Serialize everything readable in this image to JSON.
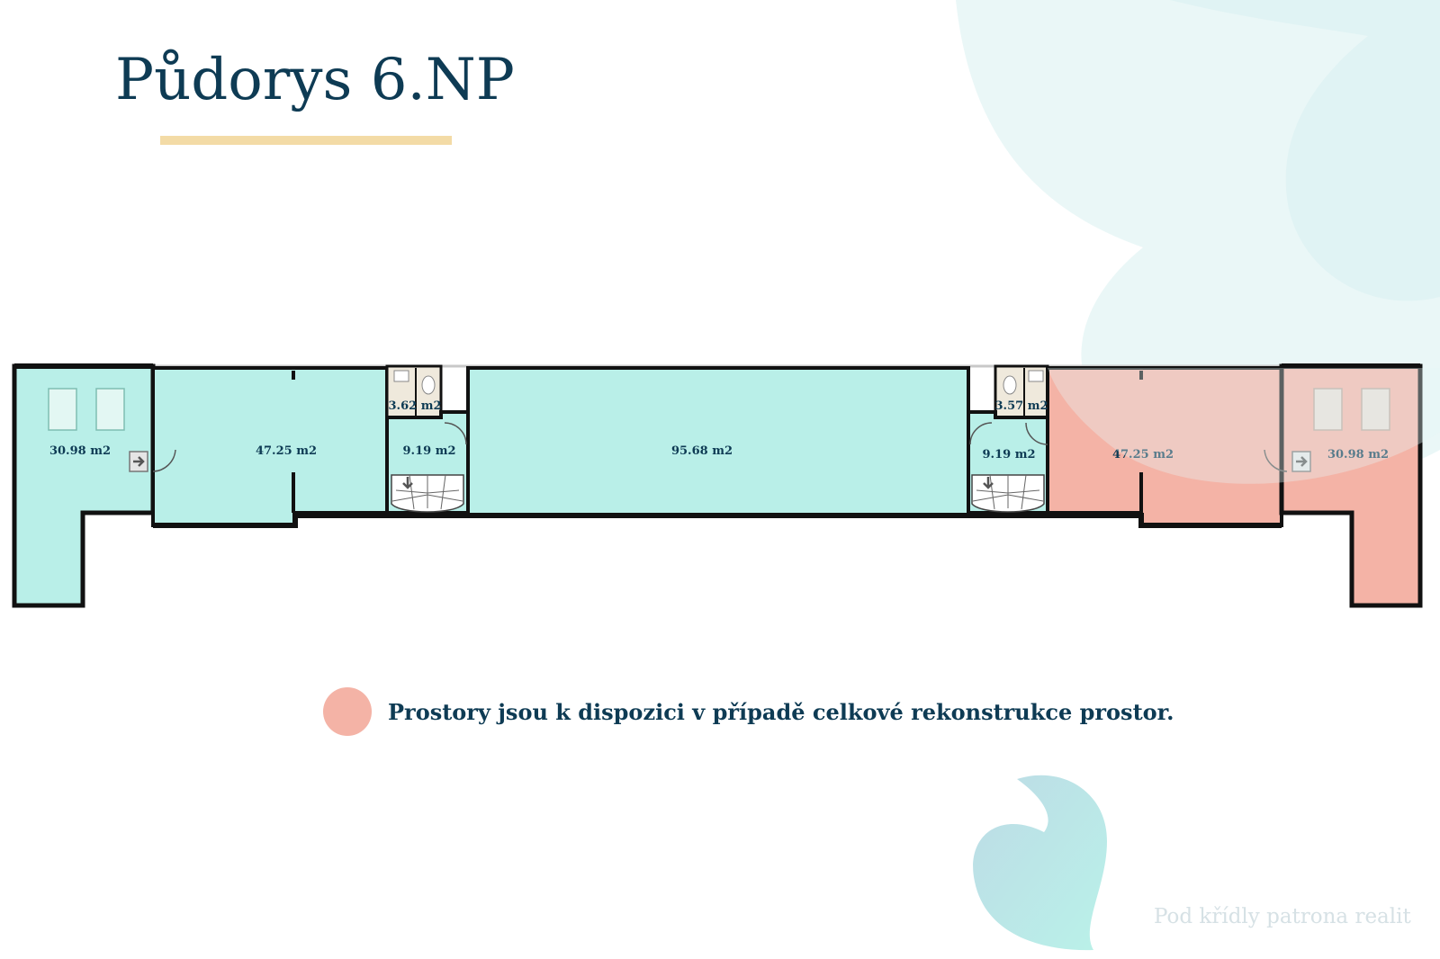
{
  "title": "Půdorys 6.NP",
  "colors": {
    "title": "#0e3b54",
    "underline": "#f3dba6",
    "room_available": "#b9efe8",
    "room_reconstruction": "#f4b3a6",
    "sanitary": "#efe9dc",
    "wall": "#111111"
  },
  "rooms": {
    "left_attic": "30.98 m2",
    "left_large": "47.25 m2",
    "left_wc": "3.62 m2",
    "left_hall": "9.19 m2",
    "central": "95.68 m2",
    "right_wc": "3.57 m2",
    "right_hall": "9.19 m2",
    "right_large": "47.25 m2",
    "right_attic": "30.98 m2"
  },
  "legend": {
    "text": "Prostory jsou k dispozici v případě celkové rekonstrukce prostor."
  },
  "brand": {
    "tagline": "Pod křídly patrona realit"
  }
}
